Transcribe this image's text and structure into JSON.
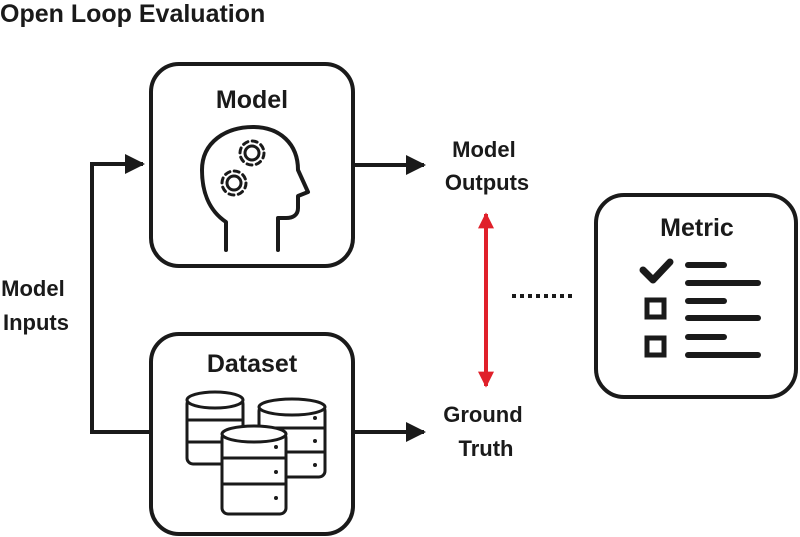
{
  "title": "Open Loop Evaluation",
  "model": {
    "label": "Model",
    "icon": "head-gears-icon"
  },
  "dataset": {
    "label": "Dataset",
    "icon": "database-stack-icon"
  },
  "metric": {
    "label": "Metric",
    "icon": "checklist-icon"
  },
  "model_inputs": {
    "line1": "Model",
    "line2": "Inputs"
  },
  "model_outputs": {
    "line1": "Model",
    "line2": "Outputs"
  },
  "ground_truth": {
    "line1": "Ground",
    "line2": "Truth"
  },
  "colors": {
    "stroke": "#1a1a1a",
    "comparison_arrow": "#e0202a",
    "background": "#ffffff"
  }
}
